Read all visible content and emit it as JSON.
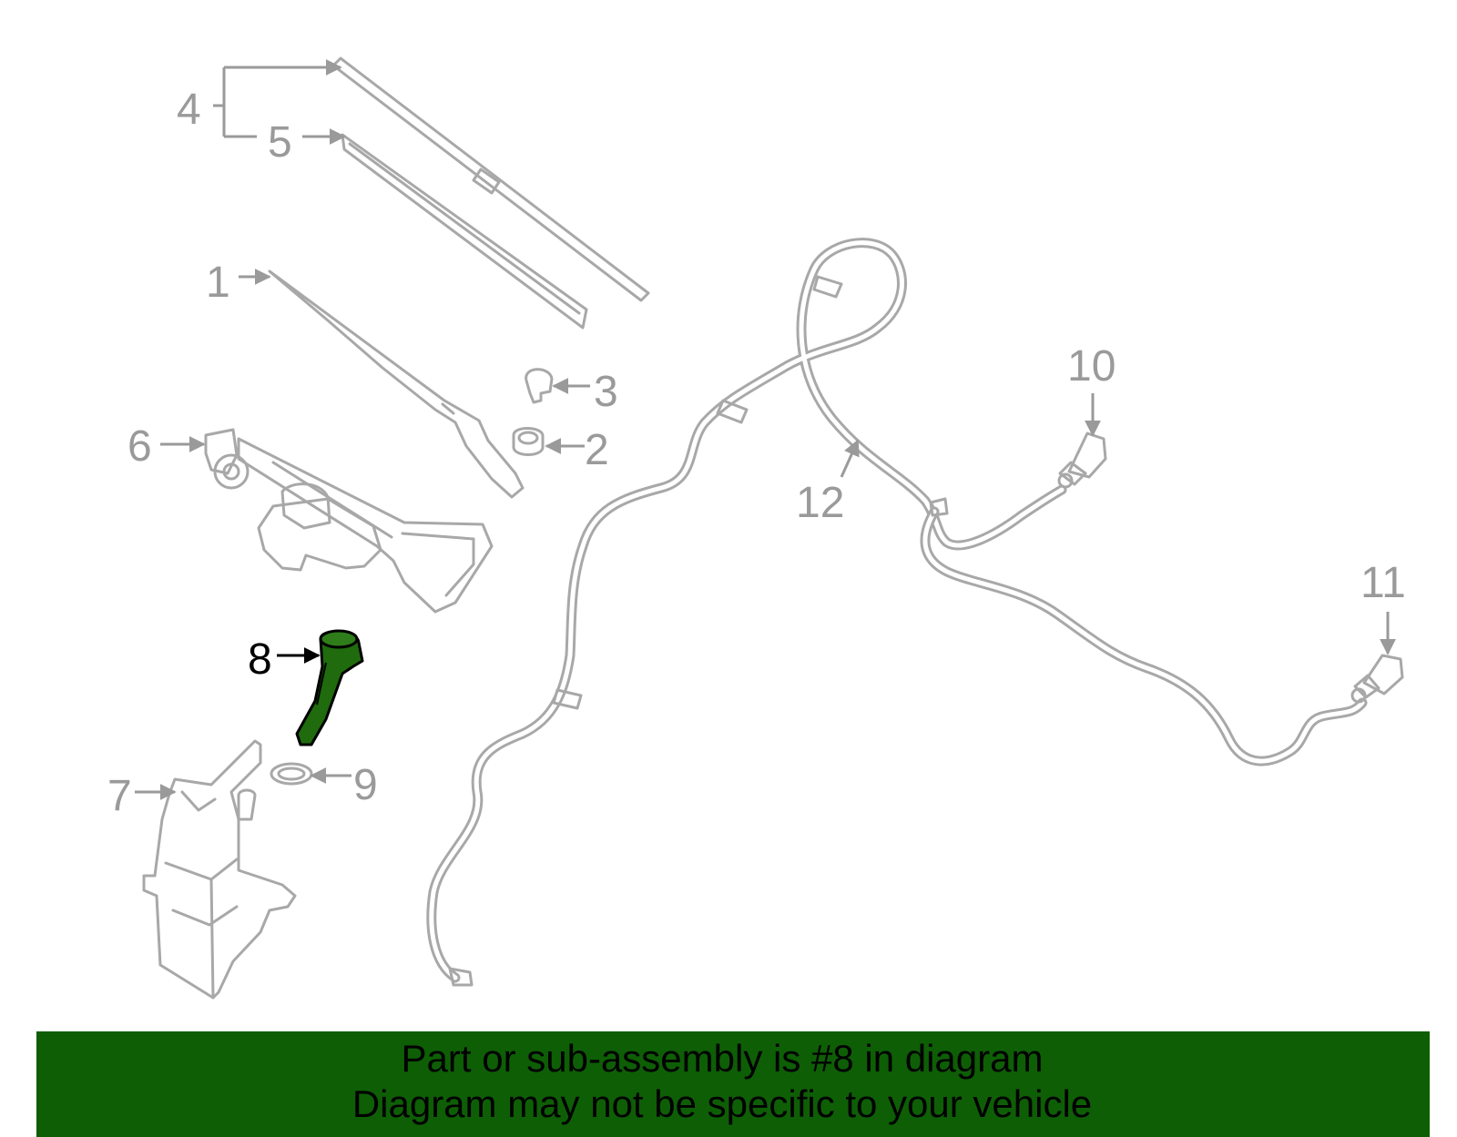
{
  "diagram": {
    "highlight_color": "#1f6b0d",
    "line_color": "#a8a8a8",
    "callouts": {
      "c1": "1",
      "c2": "2",
      "c3": "3",
      "c4": "4",
      "c5": "5",
      "c6": "6",
      "c7": "7",
      "c8": "8",
      "c9": "9",
      "c10": "10",
      "c11": "11",
      "c12": "12"
    },
    "highlighted_part": "8"
  },
  "banner": {
    "background": "#0e5e06",
    "line1": "Part or sub-assembly is #8 in diagram",
    "line2": "Diagram may not be specific to your vehicle"
  }
}
